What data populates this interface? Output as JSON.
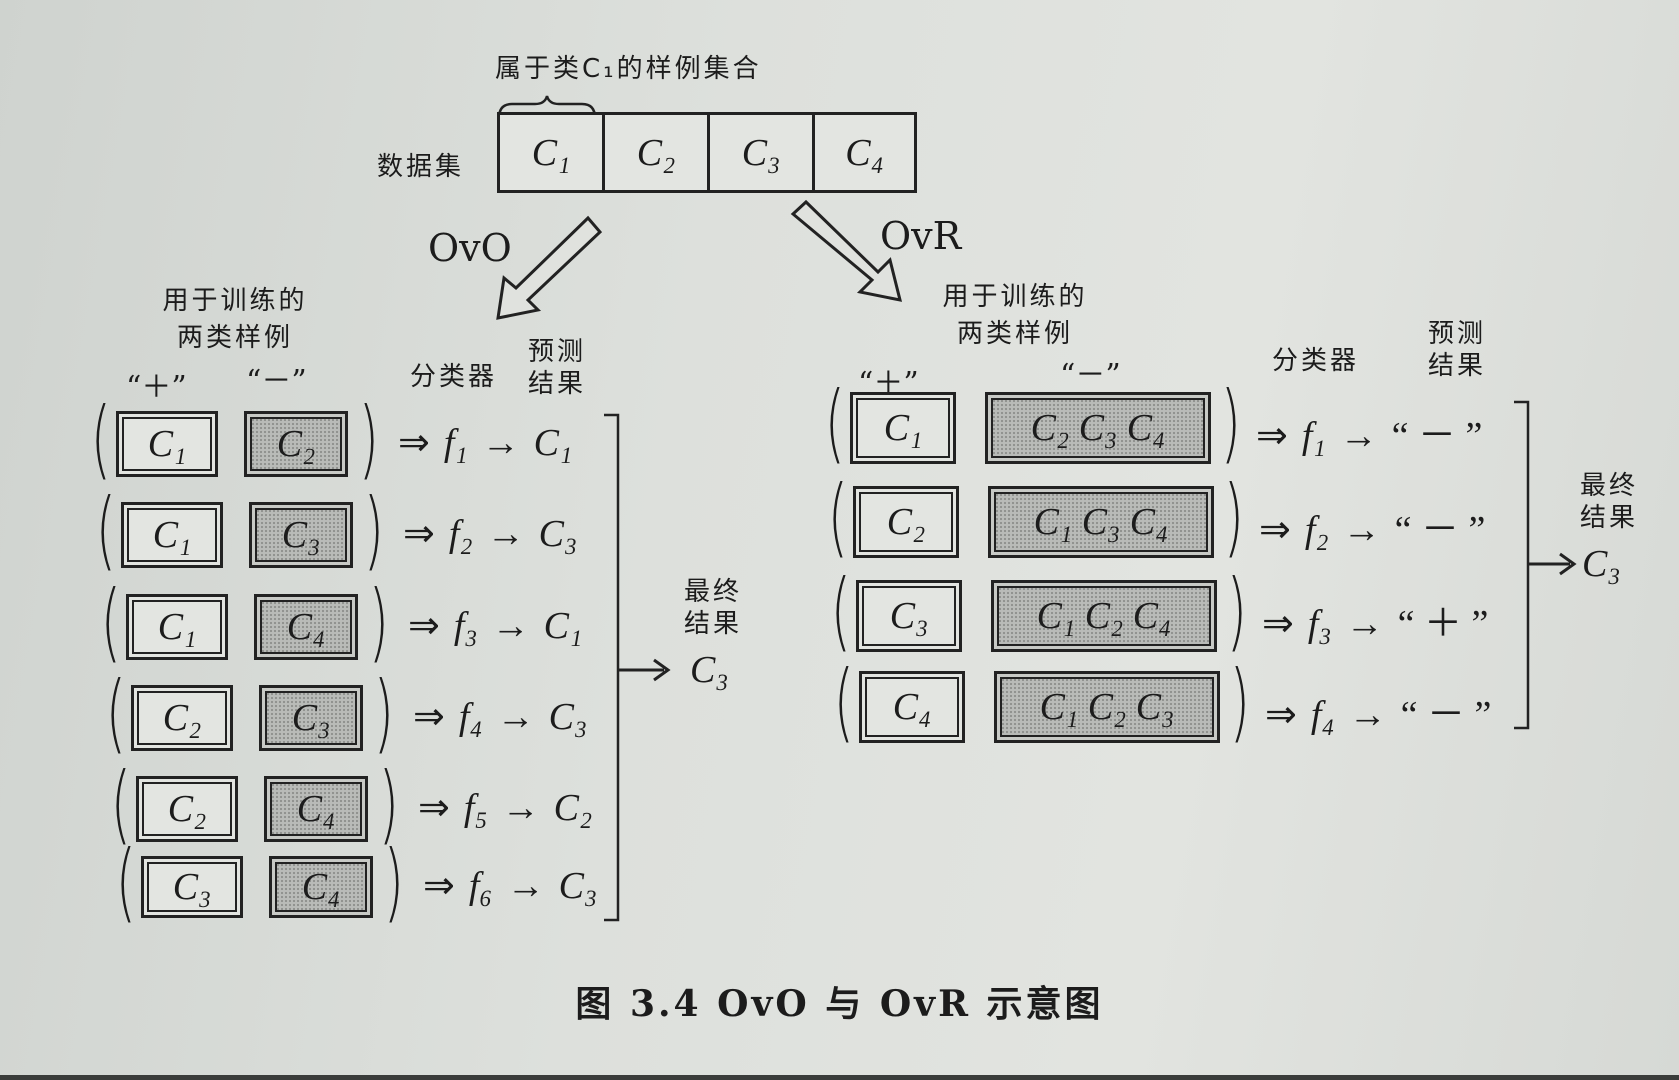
{
  "dataset": {
    "label": "数据集",
    "brace_label": "属于类C₁的样例集合",
    "classes": [
      "C₁",
      "C₂",
      "C₃",
      "C₄"
    ]
  },
  "ovo": {
    "arrow_label": "OvO",
    "train_label": [
      "用于训练的",
      "两类样例"
    ],
    "pos_label": "“＋”",
    "neg_label": "“－”",
    "classifier_label": "分类器",
    "predict_label": [
      "预测",
      "结果"
    ],
    "rows": [
      {
        "pos": "C₁",
        "neg": "C₂",
        "f": "f₁",
        "pred": "C₁"
      },
      {
        "pos": "C₁",
        "neg": "C₃",
        "f": "f₂",
        "pred": "C₃"
      },
      {
        "pos": "C₁",
        "neg": "C₄",
        "f": "f₃",
        "pred": "C₁"
      },
      {
        "pos": "C₂",
        "neg": "C₃",
        "f": "f₄",
        "pred": "C₃"
      },
      {
        "pos": "C₂",
        "neg": "C₄",
        "f": "f₅",
        "pred": "C₂"
      },
      {
        "pos": "C₃",
        "neg": "C₄",
        "f": "f₆",
        "pred": "C₃"
      }
    ],
    "final_label": [
      "最终",
      "结果"
    ],
    "final_result": "C₃"
  },
  "ovr": {
    "arrow_label": "OvR",
    "train_label": [
      "用于训练的",
      "两类样例"
    ],
    "pos_label": "“＋”",
    "neg_label": "“－”",
    "classifier_label": "分类器",
    "predict_label": [
      "预测",
      "结果"
    ],
    "rows": [
      {
        "pos": "C₁",
        "neg": "C₂ C₃ C₄",
        "f": "f₁",
        "pred": "“ － ”"
      },
      {
        "pos": "C₂",
        "neg": "C₁ C₃ C₄",
        "f": "f₂",
        "pred": "“ － ”"
      },
      {
        "pos": "C₃",
        "neg": "C₁ C₂ C₄",
        "f": "f₃",
        "pred": "“ ＋ ”"
      },
      {
        "pos": "C₄",
        "neg": "C₁ C₂ C₃",
        "f": "f₄",
        "pred": "“ － ”"
      }
    ],
    "final_label": [
      "最终",
      "结果"
    ],
    "final_result": "C₃"
  },
  "caption": "图 3.4  OvO 与 OvR 示意图",
  "colors": {
    "ink": "#1c1c1c",
    "shade": "#b9bbb8",
    "paper": "#dde0dc"
  }
}
